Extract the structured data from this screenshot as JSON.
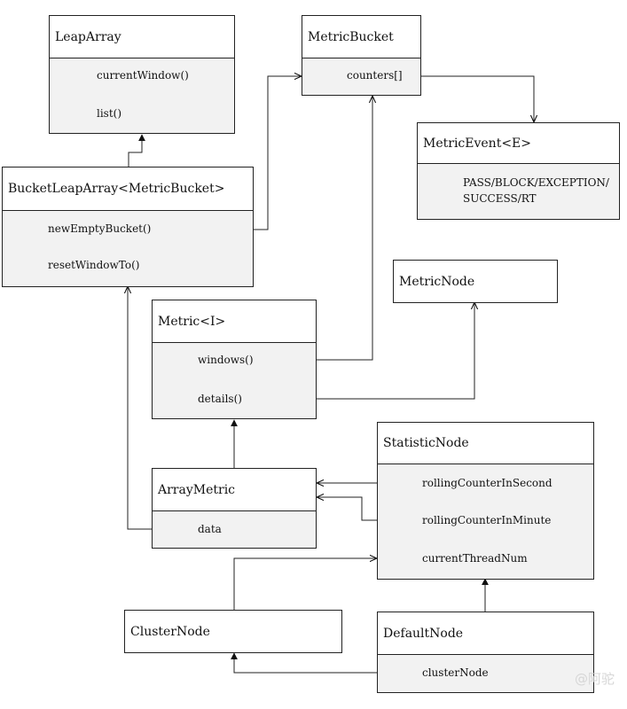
{
  "classes": {
    "leap_array": {
      "name": "LeapArray",
      "members": [
        "currentWindow()",
        "list()"
      ]
    },
    "metric_bucket": {
      "name": "MetricBucket",
      "members": [
        "counters[]"
      ]
    },
    "metric_event": {
      "name": "MetricEvent<E>",
      "members": [
        "PASS/BLOCK/EXCEPTION/",
        "SUCCESS/RT"
      ]
    },
    "bucket_leap_array": {
      "name": "BucketLeapArray<MetricBucket>",
      "members": [
        "newEmptyBucket()",
        "resetWindowTo()"
      ]
    },
    "metric_node": {
      "name": "MetricNode",
      "members": []
    },
    "metric": {
      "name": "Metric<I>",
      "members": [
        "windows()",
        "details()"
      ]
    },
    "statistic_node": {
      "name": "StatisticNode",
      "members": [
        "rollingCounterInSecond",
        "rollingCounterInMinute",
        "currentThreadNum"
      ]
    },
    "array_metric": {
      "name": "ArrayMetric",
      "members": [
        "data"
      ]
    },
    "cluster_node": {
      "name": "ClusterNode",
      "members": []
    },
    "default_node": {
      "name": "DefaultNode",
      "members": [
        "clusterNode"
      ]
    }
  },
  "watermark": "@阿驼"
}
